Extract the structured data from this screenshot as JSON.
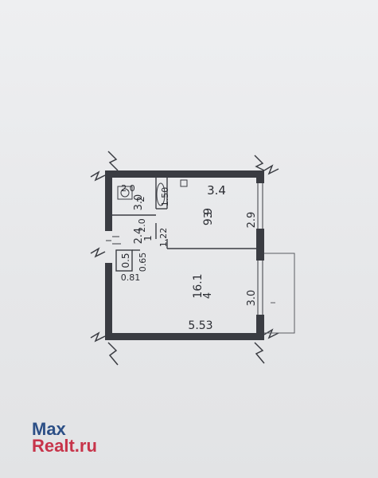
{
  "plan": {
    "labels": {
      "room3_dim_top": "3.4",
      "room3_number": "3",
      "room3_area": "9.9",
      "right_dim_upper": "2.9",
      "right_dim_lower": "3.0",
      "room4_number": "4",
      "room4_area": "16.1",
      "bottom_dim": "5.53",
      "bath_dim_a": "2.0",
      "bath_dim_b": "1.50",
      "bath_number": "2",
      "bath_area": "3.0",
      "hall_dim_a": "2.0",
      "hall_number": "1",
      "hall_area": "2.4",
      "door_dim": "1.22",
      "closet_dim_a": "0.65",
      "closet_dim_b": "0.5",
      "closet_dim_c": "0.81"
    },
    "colors": {
      "ink": "#2b2d33",
      "paper": "#e9eaec"
    }
  },
  "watermark": {
    "line1": "Max",
    "line2": "Realt.ru"
  }
}
